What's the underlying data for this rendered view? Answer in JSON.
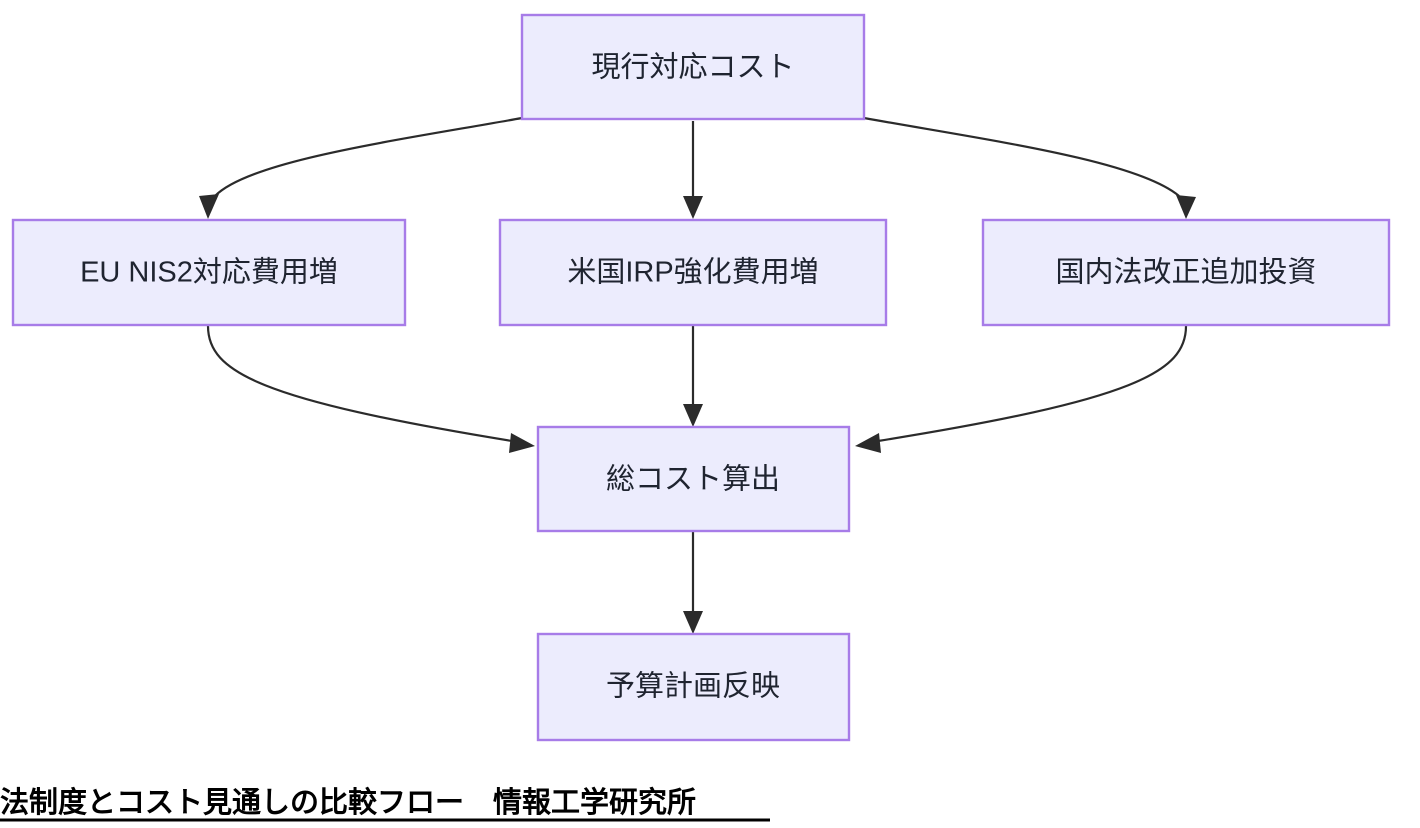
{
  "diagram": {
    "title_caption": "法制度とコスト見通しの比較フロー　情報工学研究所",
    "colors": {
      "node_fill": "#ececfd",
      "node_border": "#a77ce8",
      "edge": "#2b2b2b",
      "label_text": "#1f2430",
      "caption_text": "#000000",
      "background": "#ffffff"
    },
    "nodes": [
      {
        "id": "current-cost",
        "label": "現行対応コスト"
      },
      {
        "id": "eu-nis2-cost",
        "label": "EU NIS2対応費用増"
      },
      {
        "id": "us-irp-cost",
        "label": "米国IRP強化費用増"
      },
      {
        "id": "domestic-law-cost",
        "label": "国内法改正追加投資"
      },
      {
        "id": "total-cost-calc",
        "label": "総コスト算出"
      },
      {
        "id": "budget-plan",
        "label": "予算計画反映"
      }
    ],
    "edges": [
      {
        "from": "current-cost",
        "to": "eu-nis2-cost",
        "label": ""
      },
      {
        "from": "current-cost",
        "to": "us-irp-cost",
        "label": ""
      },
      {
        "from": "current-cost",
        "to": "domestic-law-cost",
        "label": ""
      },
      {
        "from": "eu-nis2-cost",
        "to": "total-cost-calc",
        "label": ""
      },
      {
        "from": "us-irp-cost",
        "to": "total-cost-calc",
        "label": ""
      },
      {
        "from": "domestic-law-cost",
        "to": "total-cost-calc",
        "label": ""
      },
      {
        "from": "total-cost-calc",
        "to": "budget-plan",
        "label": ""
      }
    ]
  }
}
